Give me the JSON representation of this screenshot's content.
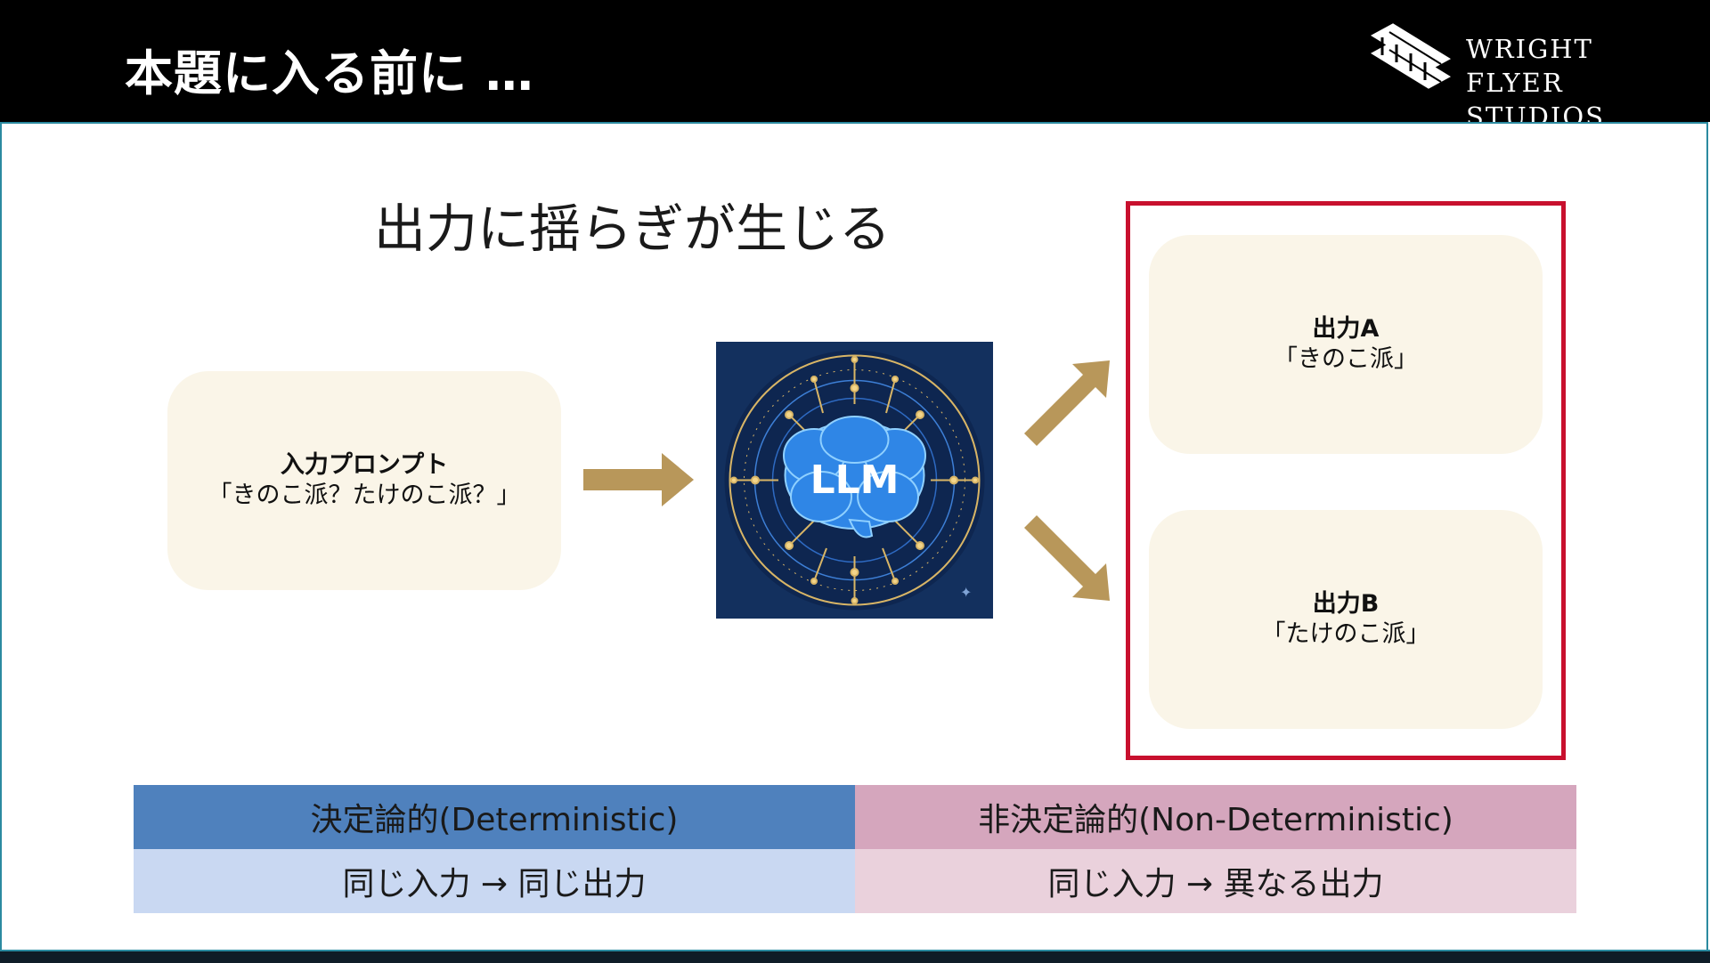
{
  "header": {
    "title": "本題に入る前に …",
    "logo_line1": "WRIGHT FLYER",
    "logo_line2": "STUDIOS"
  },
  "subtitle": "出力に揺らぎが生じる",
  "input_box": {
    "label": "入力プロンプト",
    "text": "「きのこ派？たけのこ派？」"
  },
  "llm": {
    "label": "LLM"
  },
  "outputs": [
    {
      "label": "出力A",
      "text": "「きのこ派」"
    },
    {
      "label": "出力B",
      "text": "「たけのこ派」"
    }
  ],
  "comparison_table": {
    "columns": [
      {
        "header": "決定論的(Deterministic)",
        "body": "同じ入力 → 同じ出力",
        "header_color": "#4f81bd",
        "body_color": "#c9d8f2"
      },
      {
        "header": "非決定論的(Non-Deterministic)",
        "body": "同じ入力 → 異なる出力",
        "header_color": "#d5a6bd",
        "body_color": "#ead1dc"
      }
    ]
  },
  "colors": {
    "arrow": "#b8975a",
    "box_fill": "#faf5e8",
    "highlight_frame": "#c8102e",
    "llm_bg": "#13305e"
  }
}
